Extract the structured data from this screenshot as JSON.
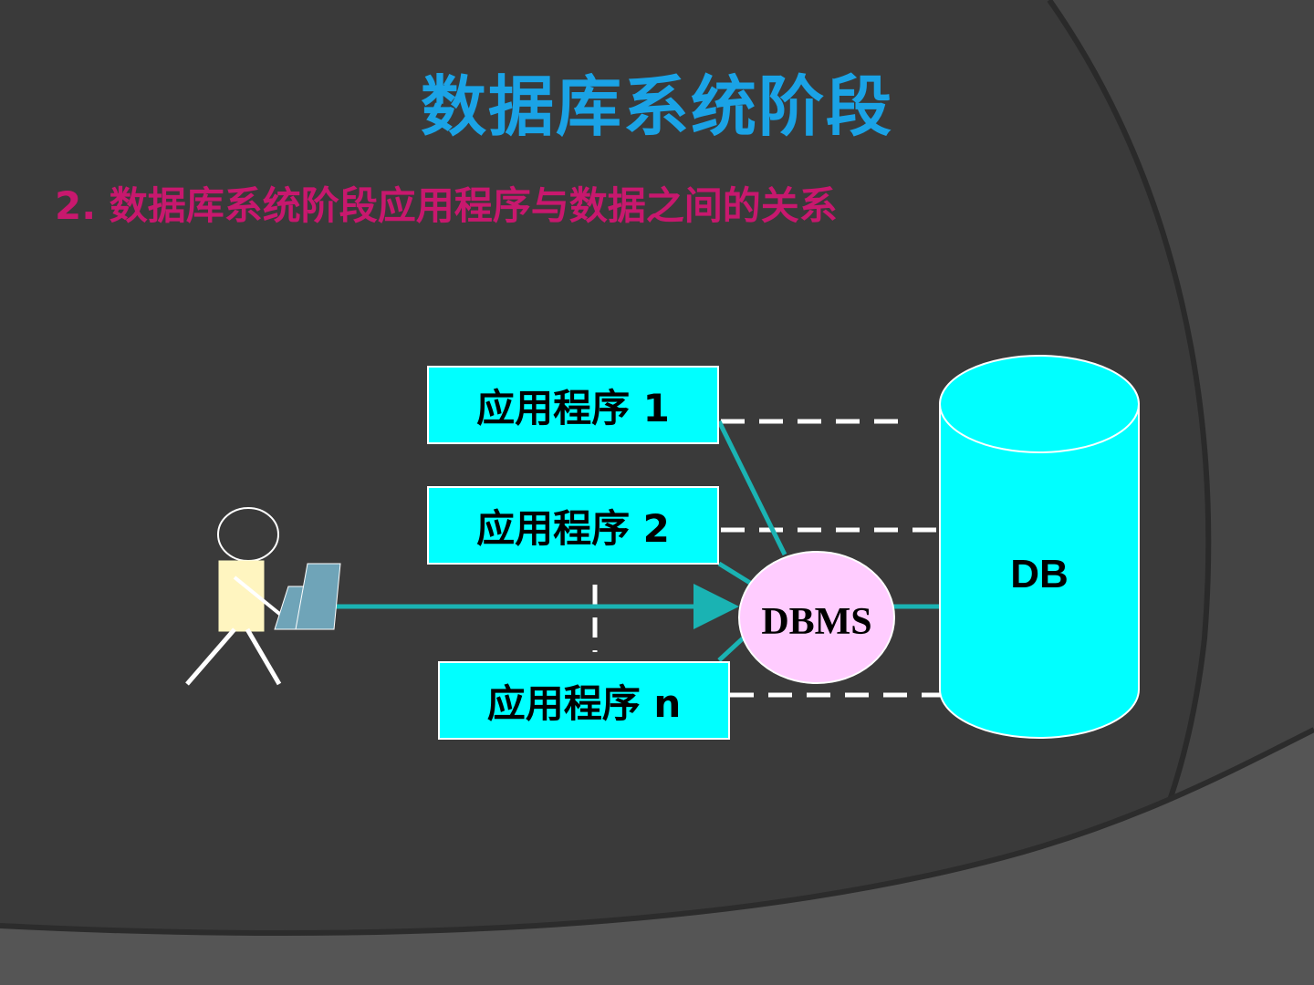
{
  "slide": {
    "title": "数据库系统阶段",
    "subtitle": "2.  数据库系统阶段应用程序与数据之间的关系"
  },
  "diagram": {
    "apps": [
      {
        "label": "应用程序 1"
      },
      {
        "label": "应用程序 2"
      },
      {
        "label": "应用程序 n"
      }
    ],
    "dbms_label": "DBMS",
    "db_label": "DB"
  },
  "colors": {
    "background": "#3a3a3a",
    "title": "#1aa3e6",
    "subtitle": "#c8186e",
    "box_fill": "#00ffff",
    "dbms_fill": "#ffccff",
    "connector": "#1ab3b3",
    "dashed_line": "#ffffff"
  }
}
